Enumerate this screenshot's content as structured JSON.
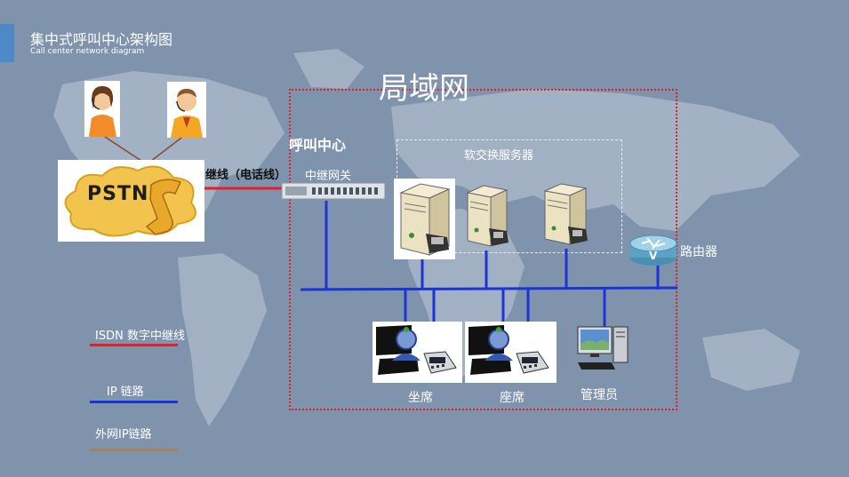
{
  "header": {
    "title": "集中式呼叫中心架构图",
    "subtitle": "Call center network diagram"
  },
  "diagram": {
    "lan_label": "局域网",
    "call_center_label": "呼叫中心",
    "softswitch_label": "软交换服务器",
    "trunk_label": "继线（电话线）",
    "gateway_label": "中继网关",
    "pstn_label": "PSTN",
    "router_label": "路由器",
    "seat1_label": "坐席",
    "seat2_label": "座席",
    "admin_label": "管理员"
  },
  "legend": [
    {
      "label": "ISDN 数字中继线",
      "color": "#e0202a"
    },
    {
      "label": "IP 链路",
      "color": "#1c33d6"
    },
    {
      "label": "外网IP链路",
      "color": "#a9825a"
    }
  ],
  "colors": {
    "background": "#7f93ad",
    "lan_border": "#e0202a",
    "ip_link": "#1c33d6",
    "isdn_link": "#e0202a",
    "external_link": "#a9825a"
  }
}
